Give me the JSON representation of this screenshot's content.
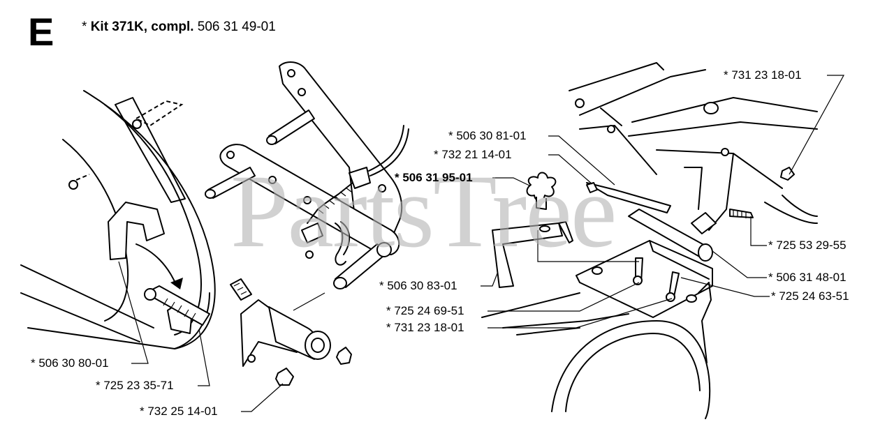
{
  "section_letter": "E",
  "kit": {
    "prefix": "* ",
    "name": "Kit 371K, compl.",
    "number": "506 31 49-01"
  },
  "watermark": "PartsTree",
  "callouts": [
    {
      "id": "731-23-18-01-top",
      "text": "* 731 23 18-01",
      "bold": false
    },
    {
      "id": "506-30-81-01",
      "text": "* 506 30 81-01",
      "bold": false
    },
    {
      "id": "732-21-14-01",
      "text": "* 732 21 14-01",
      "bold": false
    },
    {
      "id": "506-31-95-01",
      "text": "* 506 31 95-01",
      "bold": true
    },
    {
      "id": "725-53-29-55",
      "text": "* 725 53 29-55",
      "bold": false
    },
    {
      "id": "506-31-48-01",
      "text": "* 506 31 48-01",
      "bold": false
    },
    {
      "id": "506-30-83-01",
      "text": "* 506 30 83-01",
      "bold": false
    },
    {
      "id": "725-24-63-51",
      "text": "* 725 24 63-51",
      "bold": false
    },
    {
      "id": "725-24-69-51",
      "text": "* 725 24 69-51",
      "bold": false
    },
    {
      "id": "731-23-18-01-bottom",
      "text": "* 731 23 18-01",
      "bold": false
    },
    {
      "id": "506-30-80-01",
      "text": "* 506 30 80-01",
      "bold": false
    },
    {
      "id": "725-23-35-71",
      "text": "* 725 23 35-71",
      "bold": false
    },
    {
      "id": "732-25-14-01",
      "text": "* 732 25 14-01",
      "bold": false
    }
  ]
}
